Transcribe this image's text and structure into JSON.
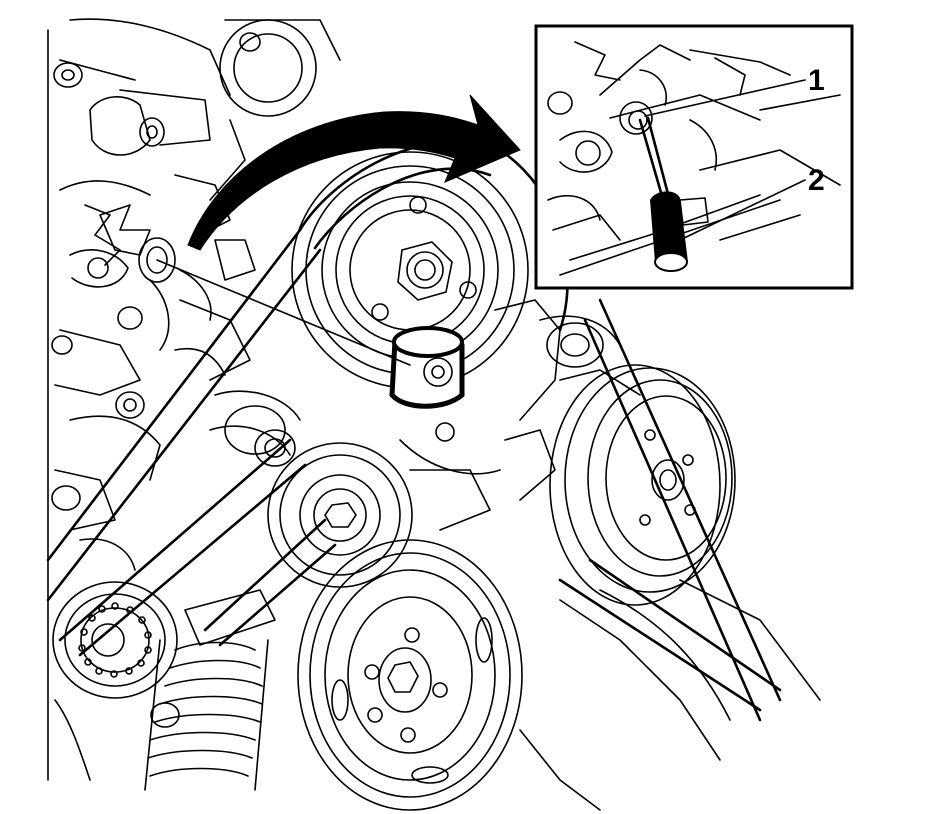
{
  "callouts": [
    {
      "number": "1",
      "part": "tensioner-bolt"
    },
    {
      "number": "2",
      "part": "ratchet-tool"
    }
  ],
  "colors": {
    "ink": "#000000",
    "paper": "#ffffff"
  }
}
